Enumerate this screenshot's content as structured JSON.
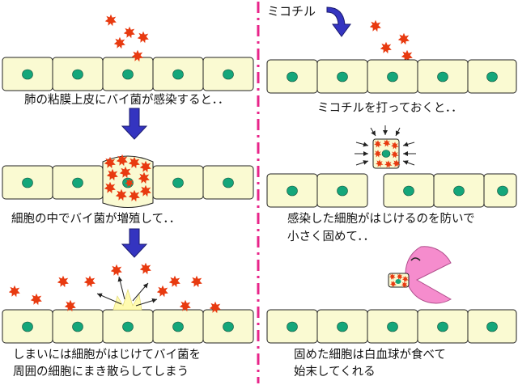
{
  "left_panel": {
    "caption_1": "肺の粘膜上皮にバイ菌が感染すると．．",
    "caption_2": "細胞の中でバイ菌が増殖して．．",
    "caption_3_line1": "しまいには細胞がはじけてバイ菌を",
    "caption_3_line2": "周囲の細胞にまき散らしてしまう"
  },
  "right_panel": {
    "drug_label": "ミコチル",
    "caption_1": "ミコチルを打っておくと．．",
    "caption_2_line1": "感染した細胞がはじけるのを防いで",
    "caption_2_line2": "小さく固めて．．",
    "caption_3_line1": "固めた細胞は白血球が食べて",
    "caption_3_line2": "始末してくれる"
  },
  "colors": {
    "cell_fill": "#fafad2",
    "nucleus": "#14a67a",
    "bacteria": "#e83a10",
    "arrow": "#3434c0",
    "divider": "#e8248a",
    "white_blood_cell": "#f58ccd"
  }
}
